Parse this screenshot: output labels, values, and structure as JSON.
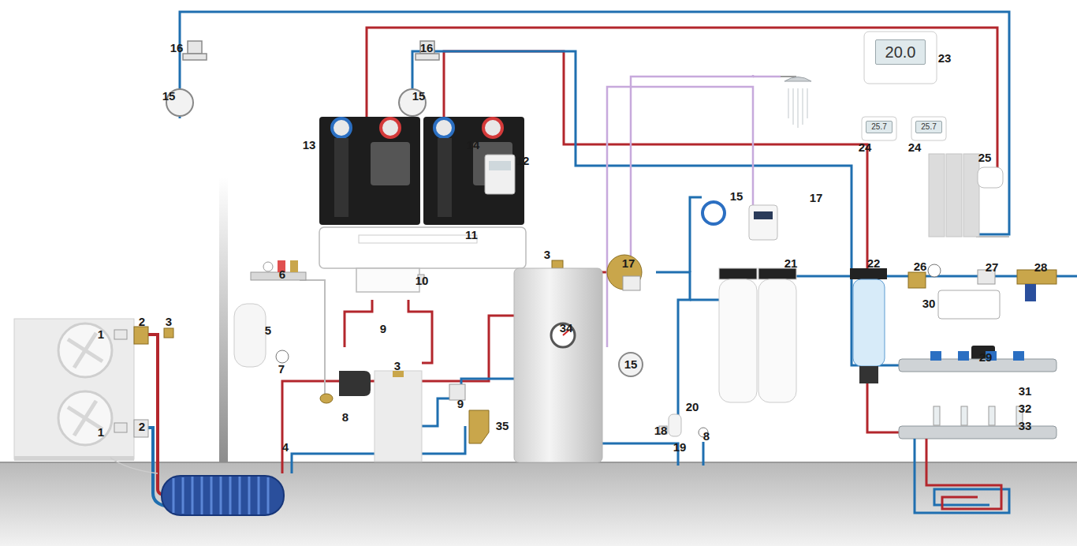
{
  "diagram": {
    "nodes": [
      {
        "text": [
          "20.0"
        ]
      },
      {
        "text": [
          "25.7"
        ]
      },
      {
        "text": [
          "25.7"
        ]
      }
    ],
    "labels": [
      "16",
      "16",
      "15",
      "15",
      "23",
      "13",
      "14",
      "24",
      "24",
      "25",
      "12",
      "15",
      "17",
      "11",
      "3",
      "17",
      "21",
      "22",
      "26",
      "27",
      "28",
      "6",
      "10",
      "2",
      "3",
      "34",
      "1",
      "5",
      "9",
      "3",
      "29",
      "7",
      "15",
      "31",
      "8",
      "9",
      "20",
      "32",
      "2",
      "35",
      "33",
      "18",
      "1",
      "8",
      "19",
      "4",
      "30"
    ]
  }
}
